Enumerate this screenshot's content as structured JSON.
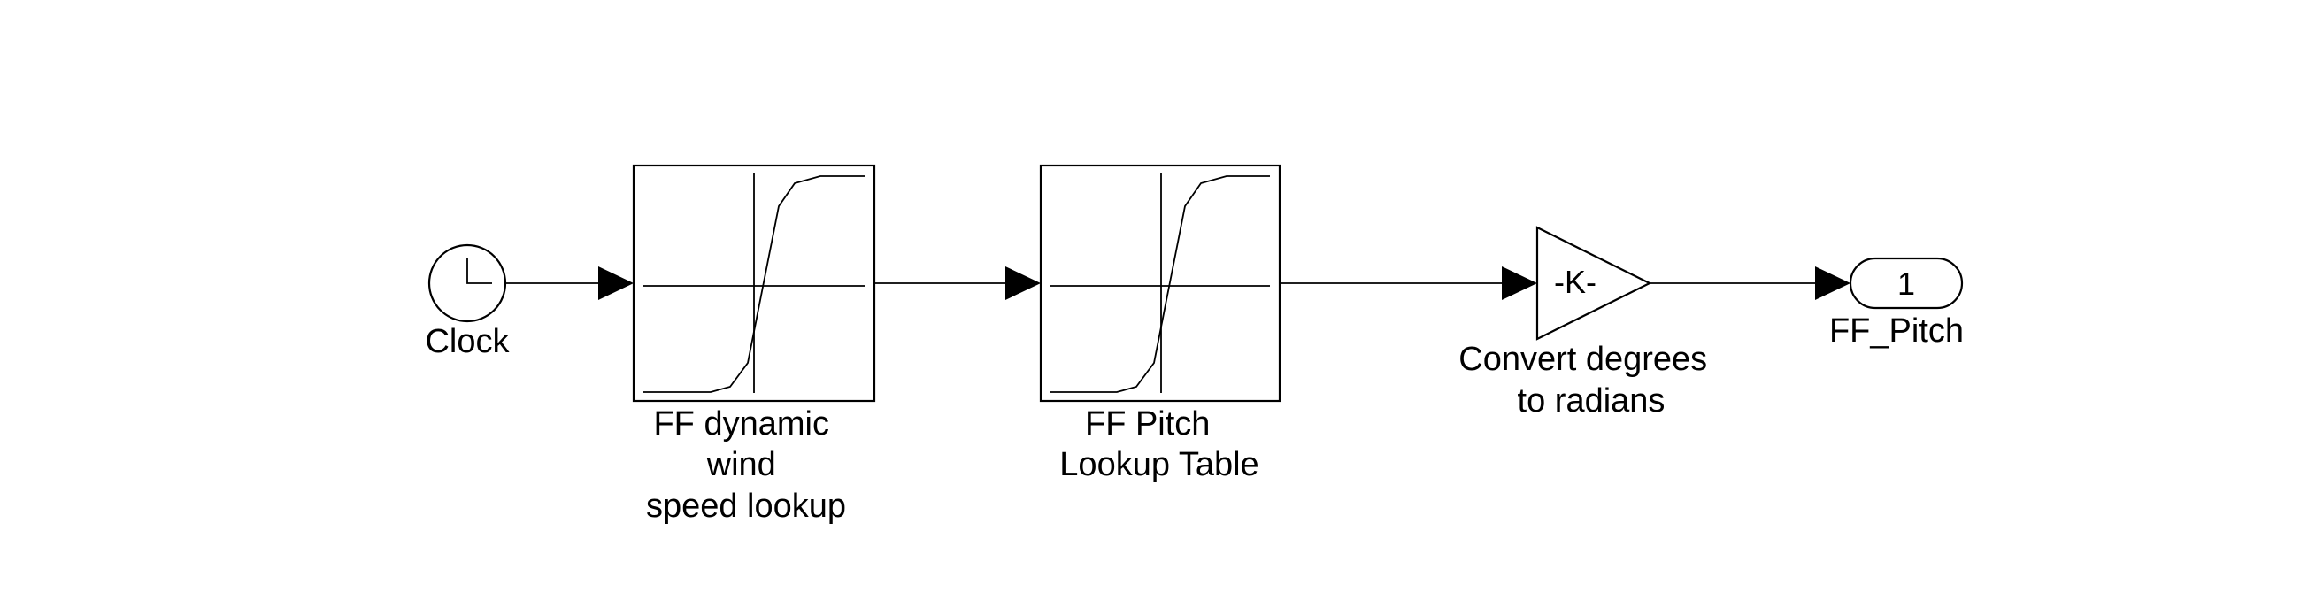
{
  "diagram": {
    "type": "simulink-block-diagram",
    "blocks": {
      "clock": {
        "label": "Clock",
        "icon": "clock-icon"
      },
      "wind_lookup": {
        "label_lines": [
          "FF dynamic",
          "wind",
          "speed lookup"
        ],
        "icon": "lookup-table-curve-icon"
      },
      "pitch_lookup": {
        "label_lines": [
          "FF Pitch",
          "Lookup Table"
        ],
        "icon": "lookup-table-curve-icon"
      },
      "gain": {
        "symbol": "-K-",
        "label_lines": [
          "Convert degrees",
          "to radians"
        ],
        "icon": "gain-triangle-icon"
      },
      "outport": {
        "number": "1",
        "label": "FF_Pitch",
        "icon": "outport-icon"
      }
    },
    "connections": [
      {
        "from": "Clock",
        "to": "FF dynamic wind speed lookup"
      },
      {
        "from": "FF dynamic wind speed lookup",
        "to": "FF Pitch Lookup Table"
      },
      {
        "from": "FF Pitch Lookup Table",
        "to": "Convert degrees to radians"
      },
      {
        "from": "Convert degrees to radians",
        "to": "FF_Pitch"
      }
    ],
    "colors": {
      "stroke": "#000000",
      "background": "#ffffff"
    }
  }
}
